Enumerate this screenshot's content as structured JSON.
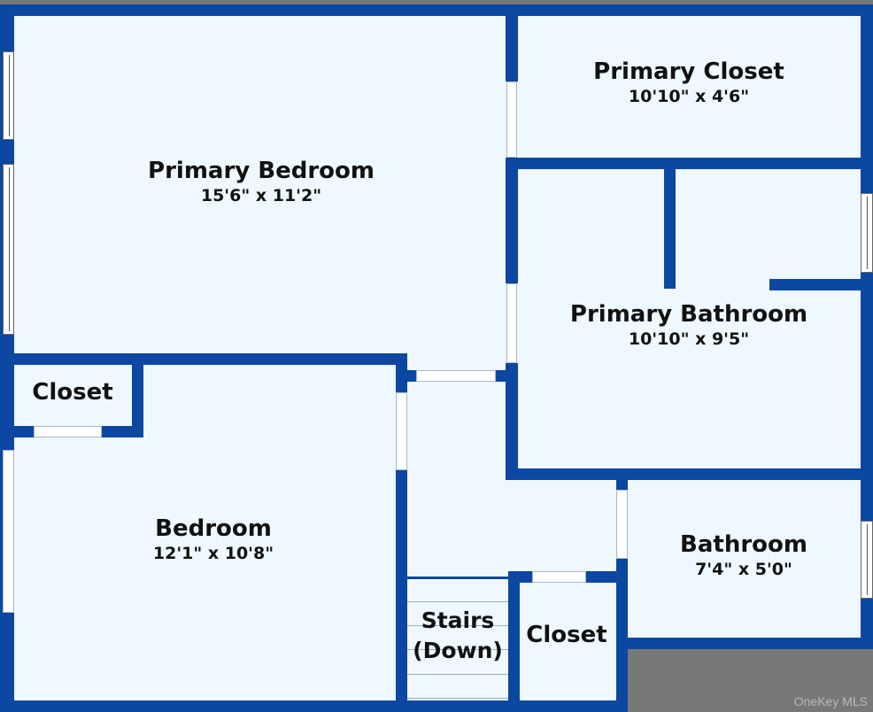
{
  "floorplan": {
    "rooms": [
      {
        "id": "primary-bedroom",
        "name": "Primary Bedroom",
        "dimensions": "15'6\" x 11'2\""
      },
      {
        "id": "primary-closet",
        "name": "Primary Closet",
        "dimensions": "10'10\" x 4'6\""
      },
      {
        "id": "primary-bathroom",
        "name": "Primary Bathroom",
        "dimensions": "10'10\" x 9'5\""
      },
      {
        "id": "closet-left",
        "name": "Closet"
      },
      {
        "id": "bedroom",
        "name": "Bedroom",
        "dimensions": "12'1\" x 10'8\""
      },
      {
        "id": "stairs",
        "name": "Stairs",
        "sub": "(Down)"
      },
      {
        "id": "closet-center",
        "name": "Closet"
      },
      {
        "id": "bathroom",
        "name": "Bathroom",
        "dimensions": "7'4\" x 5'0\""
      }
    ],
    "colors": {
      "wall": "#0c47a1",
      "floor": "#eef8fe",
      "background": "#787878",
      "door": "#ffffff"
    }
  },
  "watermark": "OneKey MLS"
}
